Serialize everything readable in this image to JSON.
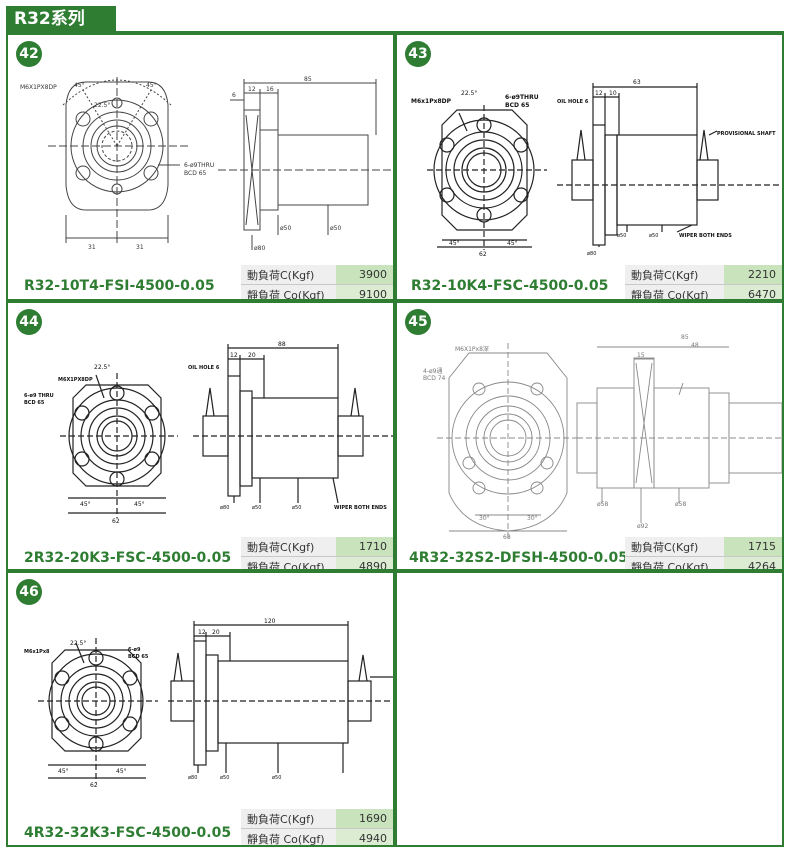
{
  "header": {
    "title": "R32系列"
  },
  "panels": [
    {
      "number": "42",
      "model": "R32-10T4-FSI-4500-0.05",
      "dyn_label": "動負荷C(Kgf)",
      "dyn_value": "3900",
      "stat_label": "靜負荷 Co(Kgf)",
      "stat_value": "9100"
    },
    {
      "number": "43",
      "model": "R32-10K4-FSC-4500-0.05",
      "dyn_label": "動負荷C(Kgf)",
      "dyn_value": "2210",
      "stat_label": "靜負荷 Co(Kgf)",
      "stat_value": "6470"
    },
    {
      "number": "44",
      "model": "2R32-20K3-FSC-4500-0.05",
      "dyn_label": "動負荷C(Kgf)",
      "dyn_value": "1710",
      "stat_label": "靜負荷 Co(Kgf)",
      "stat_value": "4890"
    },
    {
      "number": "45",
      "model": "4R32-32S2-DFSH-4500-0.05",
      "dyn_label": "動負荷C(Kgf)",
      "dyn_value": "1715",
      "stat_label": "靜負荷 Co(Kgf)",
      "stat_value": "4264"
    },
    {
      "number": "46",
      "model": "4R32-32K3-FSC-4500-0.05",
      "dyn_label": "動負荷C(Kgf)",
      "dyn_value": "1690",
      "stat_label": "靜負荷 Co(Kgf)",
      "stat_value": "4940"
    }
  ],
  "drawings": {
    "d42": {
      "thread": "M6X1PX8DP",
      "thru": "6-ø9THRU",
      "bcd": "BCD 65",
      "a1": "45°",
      "a2": "45°",
      "a3": "22.5°",
      "w1": "31",
      "w2": "31",
      "len": "85",
      "l1": "12",
      "l2": "16",
      "l3": "6",
      "d1": "ø50",
      "d2": "ø50",
      "d3": "ø80"
    },
    "d43": {
      "thread": "M6x1Px8DP",
      "thru": "6-ø9THRU",
      "bcd": "BCD 65",
      "a1": "22.5°",
      "a2": "45°",
      "a3": "45°",
      "width": "62",
      "len": "63",
      "l1": "12",
      "l2": "10",
      "oil": "OIL HOLE 6",
      "shaft": "PROVISIONAL SHAFT",
      "wiper": "WIPER BOTH ENDS",
      "d1": "ø50",
      "d2": "ø50",
      "d3": "ø80"
    },
    "d44": {
      "thread": "M6X1PX8DP",
      "thru": "6-ø9 THRU",
      "bcd": "BCD 65",
      "a1": "22.5°",
      "a2": "45°",
      "a3": "45°",
      "width": "62",
      "len": "88",
      "l1": "12",
      "l2": "20",
      "oil": "OIL HOLE 6",
      "wiper": "WIPER BOTH ENDS",
      "d1": "ø50",
      "d2": "ø50",
      "d3": "ø80"
    },
    "d45": {
      "thread": "M6X1Px8深",
      "thru": "4-ø9通",
      "bcd": "BCD 74",
      "a1": "30°",
      "a2": "30°",
      "width": "68",
      "len": "85",
      "l1": "48",
      "l2": "15",
      "d1": "ø58",
      "d2": "ø58",
      "d3": "ø92"
    },
    "d46": {
      "thread": "M6x1Px8",
      "thru": "6-ø9",
      "bcd": "BCD 65",
      "a1": "22.5°",
      "a2": "45°",
      "a3": "45°",
      "width": "62",
      "len": "120",
      "l1": "12",
      "l2": "20",
      "d1": "ø50",
      "d2": "ø50",
      "d3": "ø80"
    }
  },
  "colors": {
    "brand_green": "#2e7d32",
    "value_cell": "#dbecd3",
    "label_cell": "#efefef"
  }
}
